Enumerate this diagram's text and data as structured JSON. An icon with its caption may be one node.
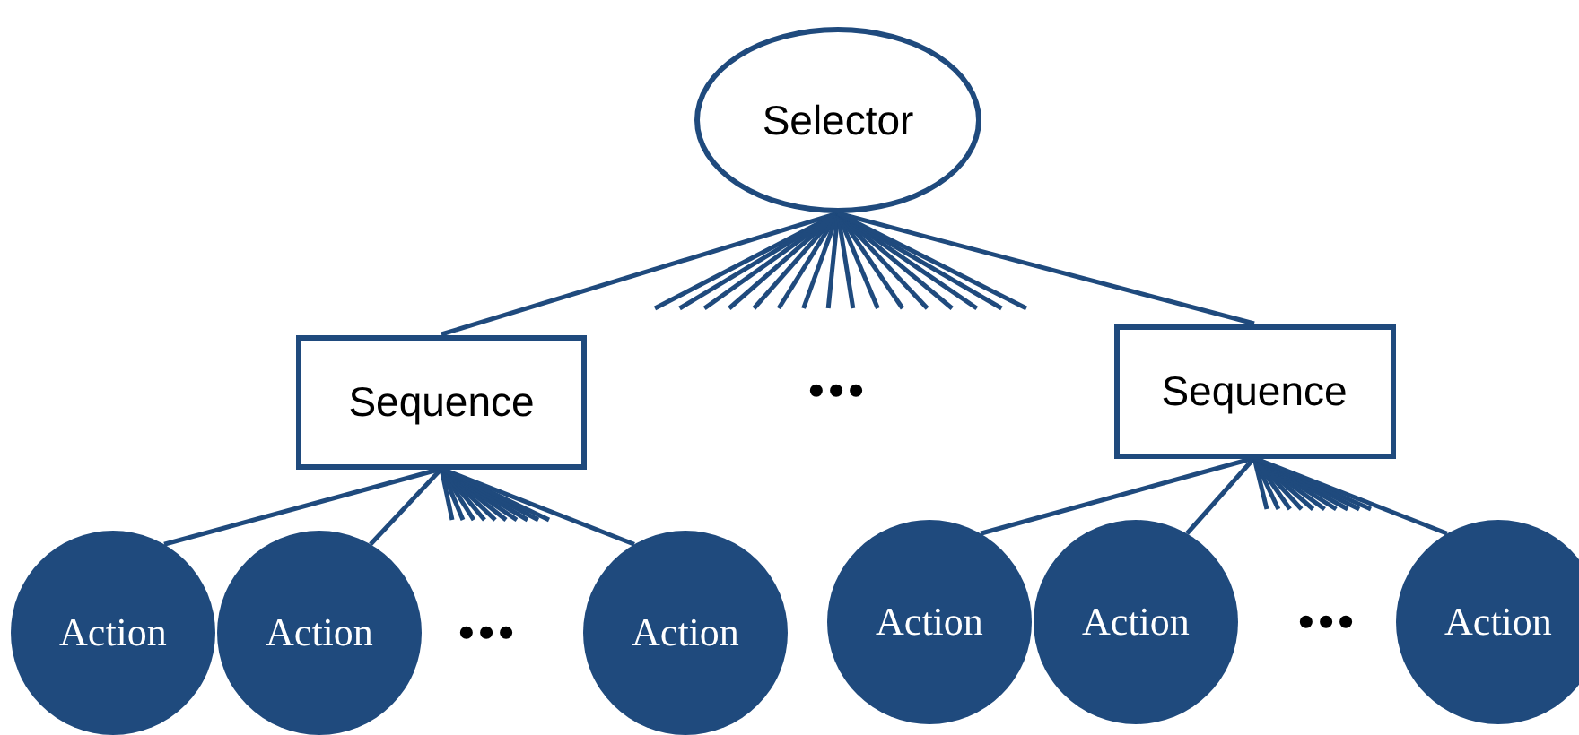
{
  "diagram": {
    "nodes": [
      {
        "text": [
          "Selector"
        ]
      },
      {
        "text": [
          "Sequence"
        ]
      },
      {
        "text": [
          "Sequence"
        ]
      },
      {
        "text": [
          "Action"
        ]
      },
      {
        "text": [
          "Action"
        ]
      },
      {
        "text": [
          "Action"
        ]
      },
      {
        "text": [
          "Action"
        ]
      },
      {
        "text": [
          "Action"
        ]
      },
      {
        "text": [
          "Action"
        ]
      }
    ],
    "edges": [
      {
        "from": 0,
        "to": 1,
        "arrow": "none"
      },
      {
        "from": 0,
        "to": null,
        "arrow": "none"
      },
      {
        "from": 0,
        "to": null,
        "arrow": "none"
      },
      {
        "from": 0,
        "to": null,
        "arrow": "none"
      },
      {
        "from": 0,
        "to": null,
        "arrow": "none"
      },
      {
        "from": 0,
        "to": null,
        "arrow": "none"
      },
      {
        "from": 0,
        "to": null,
        "arrow": "none"
      },
      {
        "from": 0,
        "to": null,
        "arrow": "none"
      },
      {
        "from": 0,
        "to": null,
        "arrow": "none"
      },
      {
        "from": 0,
        "to": null,
        "arrow": "none"
      },
      {
        "from": 0,
        "to": null,
        "arrow": "none"
      },
      {
        "from": 0,
        "to": null,
        "arrow": "none"
      },
      {
        "from": 0,
        "to": null,
        "arrow": "none"
      },
      {
        "from": 0,
        "to": null,
        "arrow": "none"
      },
      {
        "from": 0,
        "to": null,
        "arrow": "none"
      },
      {
        "from": 0,
        "to": null,
        "arrow": "none"
      },
      {
        "from": 0,
        "to": null,
        "arrow": "none"
      },
      {
        "from": 0,
        "to": 2,
        "arrow": "none"
      },
      {
        "from": 1,
        "to": 3,
        "arrow": "none"
      },
      {
        "from": 1,
        "to": 4,
        "arrow": "none"
      },
      {
        "from": 1,
        "to": null,
        "arrow": "none"
      },
      {
        "from": 1,
        "to": null,
        "arrow": "none"
      },
      {
        "from": 1,
        "to": null,
        "arrow": "none"
      },
      {
        "from": 1,
        "to": null,
        "arrow": "none"
      },
      {
        "from": 1,
        "to": null,
        "arrow": "none"
      },
      {
        "from": 1,
        "to": null,
        "arrow": "none"
      },
      {
        "from": 1,
        "to": null,
        "arrow": "none"
      },
      {
        "from": 1,
        "to": null,
        "arrow": "none"
      },
      {
        "from": 1,
        "to": null,
        "arrow": "none"
      },
      {
        "from": 1,
        "to": null,
        "arrow": "none"
      },
      {
        "from": 1,
        "to": 5,
        "arrow": "none"
      },
      {
        "from": 2,
        "to": 6,
        "arrow": "none"
      },
      {
        "from": 2,
        "to": 7,
        "arrow": "none"
      },
      {
        "from": 2,
        "to": null,
        "arrow": "none"
      },
      {
        "from": 2,
        "to": null,
        "arrow": "none"
      },
      {
        "from": 2,
        "to": null,
        "arrow": "none"
      },
      {
        "from": 2,
        "to": null,
        "arrow": "none"
      },
      {
        "from": 2,
        "to": null,
        "arrow": "none"
      },
      {
        "from": 2,
        "to": null,
        "arrow": "none"
      },
      {
        "from": 2,
        "to": null,
        "arrow": "none"
      },
      {
        "from": 2,
        "to": null,
        "arrow": "none"
      },
      {
        "from": 2,
        "to": null,
        "arrow": "none"
      },
      {
        "from": 2,
        "to": null,
        "arrow": "none"
      },
      {
        "from": 2,
        "to": 8,
        "arrow": "none"
      }
    ],
    "labels": [
      "•••",
      "•••",
      "•••"
    ]
  }
}
